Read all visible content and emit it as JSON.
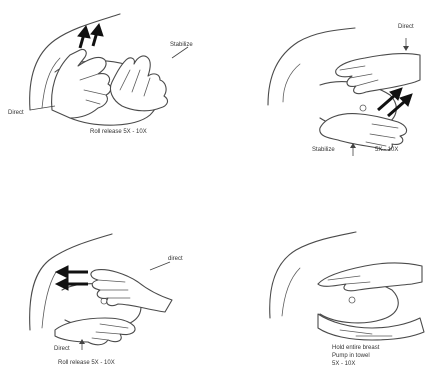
{
  "panels": [
    {
      "labels": {
        "stabilize": "Stabilize",
        "direct": "Direct",
        "caption": "Roll release 5X - 10X"
      }
    },
    {
      "labels": {
        "direct": "Direct",
        "stabilize": "Stabilize",
        "reps": "5X - 10X"
      }
    },
    {
      "labels": {
        "direct_top": "direct",
        "direct_bottom": "Direct",
        "caption": "Roll release 5X - 10X"
      }
    },
    {
      "labels": {
        "caption_line1": "Hold entire breast",
        "caption_line2": "Pump in towel",
        "caption_line3": "5X - 10X"
      }
    }
  ]
}
